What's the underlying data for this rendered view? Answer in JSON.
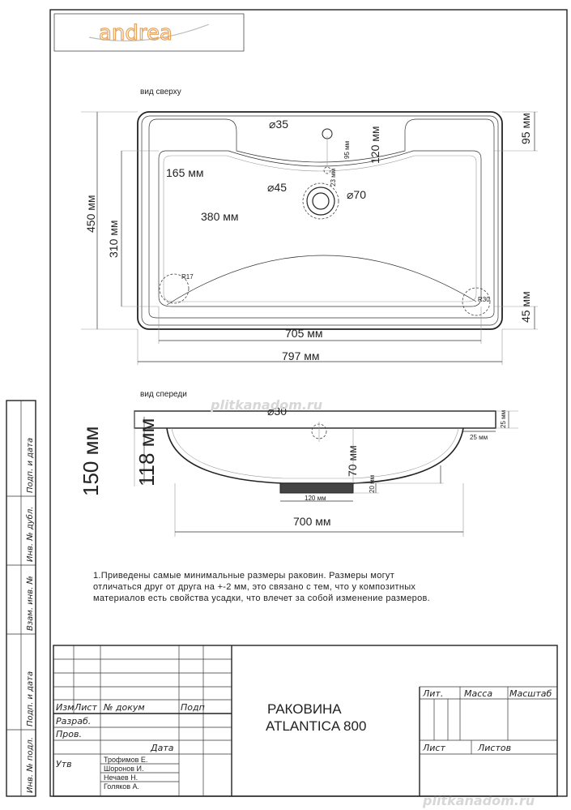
{
  "logo": {
    "text": "andrea",
    "color": "#e8a35a"
  },
  "views": {
    "top_label": "вид сверху",
    "front_label": "вид спереди"
  },
  "top_view": {
    "dim_width_outer": "797 мм",
    "dim_width_basin": "705 мм",
    "dim_depth_outer": "450 мм",
    "dim_depth_basin": "310 мм",
    "dim_back_rim": "95 мм",
    "dim_tap_offset": "120 мм",
    "dim_front_rim": "45 мм",
    "dim_width_165": "165 мм",
    "dim_width_380": "380 мм",
    "dim_small_95": "95 мм",
    "dim_small_23": "23 мм",
    "tap_hole": "⌀35",
    "drain_inner": "⌀45",
    "drain_outer": "⌀70",
    "radius_left": "R17",
    "radius_right": "R30"
  },
  "front_view": {
    "dim_height_total": "150 мм",
    "dim_height_body": "118 мм",
    "dim_depth_bowl": "70 мм",
    "dim_plinth_height": "20 мм",
    "dim_plinth_width": "120 мм",
    "dim_width": "700 мм",
    "dim_rim_thickness": "25 мм",
    "dim_rim_overhang": "25 мм",
    "drain": "⌀30"
  },
  "notes": [
    "1.Приведены самые минимальные размеры раковин. Размеры могут",
    "отличаться друг от друга на +-2 мм, это связано с тем, что у композитных",
    "материалов есть свойства усадки, что влечет за собой изменение размеров."
  ],
  "title_block": {
    "product_line1": "РАКОВИНА",
    "product_line2": "ATLANTICA 800",
    "header_izm": "Изм",
    "header_list": "Лист",
    "header_ndokum": "№ докум",
    "header_podp": "Подп",
    "header_data": "Дата",
    "row_razrab": "Разраб.",
    "row_prov": "Пров.",
    "row_utv": "Утв",
    "names": [
      "Трофимов Е.",
      "Шоронов И.",
      "Нечаев Н.",
      "Голяков А."
    ],
    "lit": "Лит.",
    "massa": "Масса",
    "masshtab": "Масштаб",
    "list": "Лист",
    "listov": "Листов"
  },
  "side_stamp": [
    "Подп. и дата",
    "Инв. № дубл.",
    "Взам. инв. №",
    "Подп. и дата",
    "Инв. № подл."
  ],
  "watermark": "plitkanadom.ru"
}
